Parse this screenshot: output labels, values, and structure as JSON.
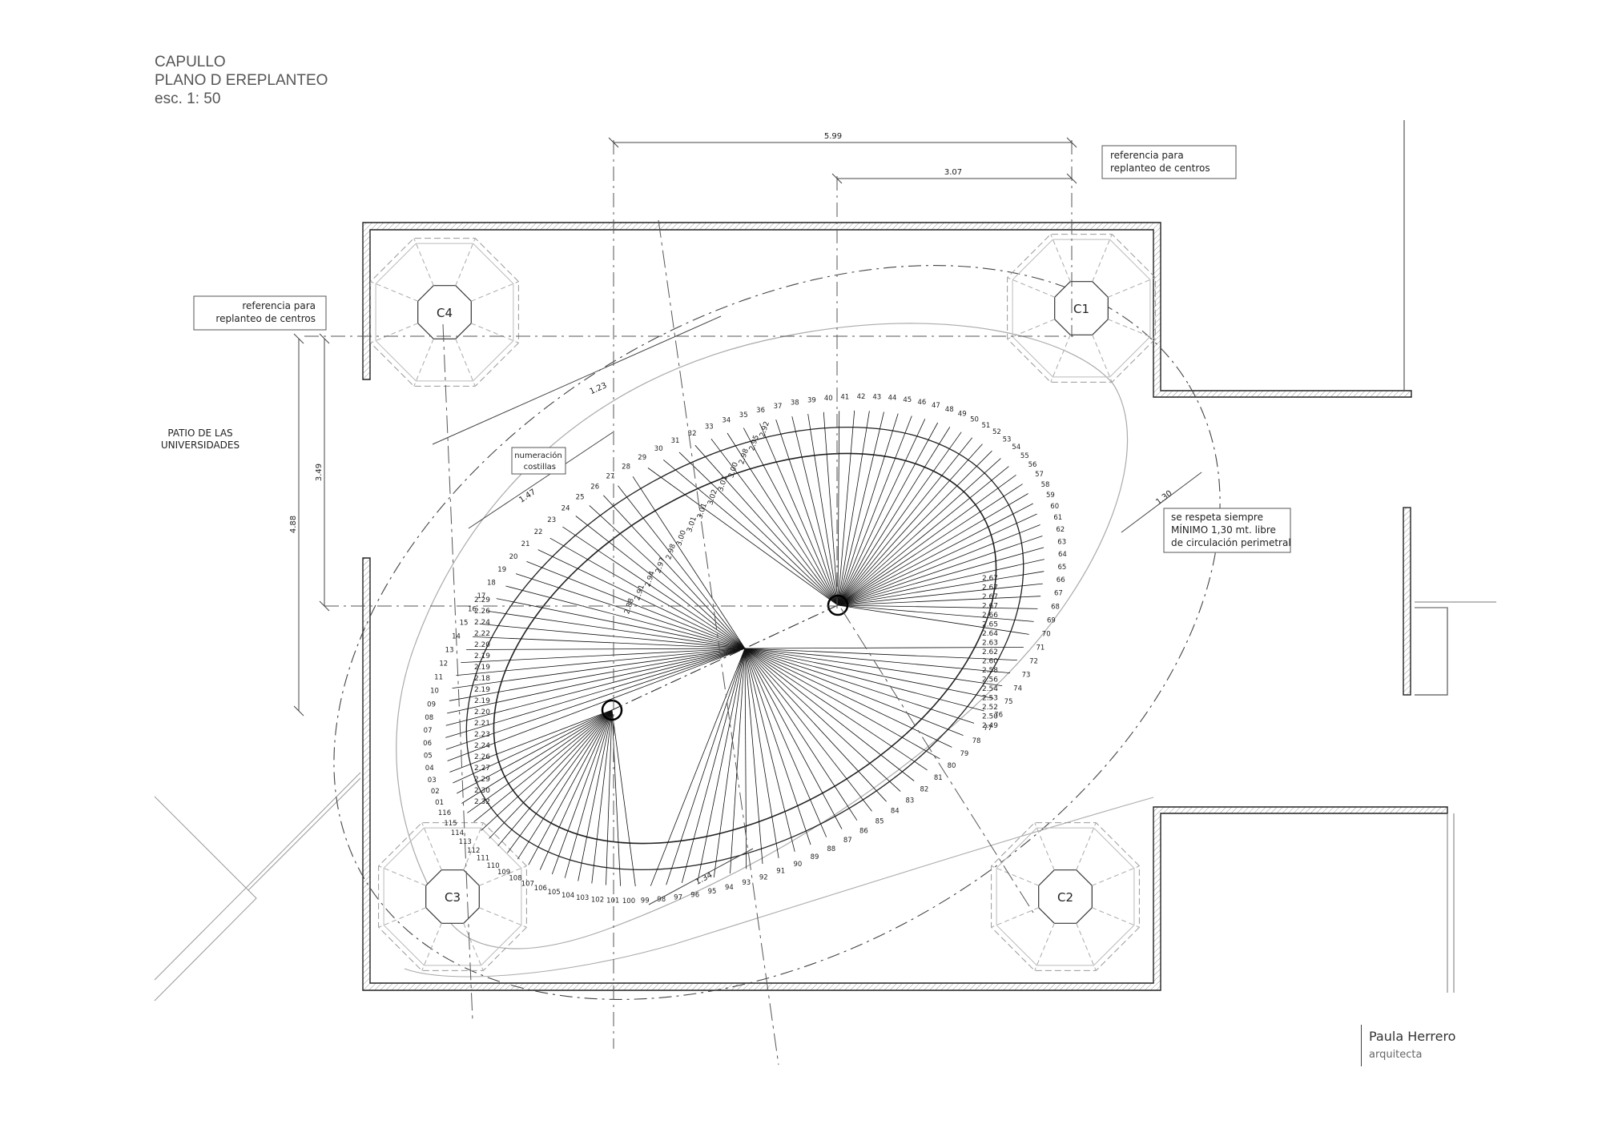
{
  "title_block": {
    "line1": "CAPULLO",
    "line2": "PLANO D EREPLANTEO",
    "line3": "esc. 1: 50"
  },
  "signature": {
    "name": "Paula Herrero",
    "role": "arquitecta"
  },
  "notes": {
    "ref_top_line1": "referencia para",
    "ref_top_line2": "replanteo de centros",
    "ref_left_line1": "referencia para",
    "ref_left_line2": "replanteo de centros",
    "numbering_line1": "numeración",
    "numbering_line2": "costillas",
    "clearance_line1": "se respeta siempre",
    "clearance_line2": "MÍNIMO 1,30 mt. libre",
    "clearance_line3": "de circulación perimetral",
    "patio_line1": "PATIO DE  LAS",
    "patio_line2": "UNIVERSIDADES"
  },
  "columns": [
    "C1",
    "C2",
    "C3",
    "C4"
  ],
  "dimensions": {
    "d599": "5.99",
    "d307": "3.07",
    "d349": "3.49",
    "d488": "4.88",
    "d123": "1.23",
    "d147": "1.47",
    "d130": "1.30",
    "d134": "1.34"
  },
  "ribs": {
    "count": 116,
    "labels": [
      "01",
      "02",
      "03",
      "04",
      "05",
      "06",
      "07",
      "08",
      "09",
      "10",
      "11",
      "12",
      "13",
      "14",
      "15",
      "16",
      "17",
      "18",
      "19",
      "20",
      "21",
      "22",
      "23",
      "24",
      "25",
      "26",
      "27",
      "28",
      "29",
      "30",
      "31",
      "32",
      "33",
      "34",
      "35",
      "36",
      "37",
      "38",
      "39",
      "40",
      "41",
      "42",
      "43",
      "44",
      "45",
      "46",
      "47",
      "48",
      "49",
      "50",
      "51",
      "52",
      "53",
      "54",
      "55",
      "56",
      "57",
      "58",
      "59",
      "60",
      "61",
      "62",
      "63",
      "64",
      "65",
      "66",
      "67",
      "68",
      "69",
      "70",
      "71",
      "72",
      "73",
      "74",
      "75",
      "76",
      "77",
      "78",
      "79",
      "80",
      "81",
      "82",
      "83",
      "84",
      "85",
      "86",
      "87",
      "88",
      "89",
      "90",
      "91",
      "92",
      "93",
      "94",
      "95",
      "96",
      "97",
      "98",
      "99",
      "100",
      "101",
      "102",
      "103",
      "104",
      "105",
      "106",
      "107",
      "108",
      "109",
      "110",
      "111",
      "112",
      "113",
      "114",
      "115",
      "116"
    ],
    "lengths_right_fan": [
      "2.67",
      "2.67",
      "2.67",
      "2.67",
      "2.66",
      "2.65",
      "2.64",
      "2.63",
      "2.62",
      "2.60",
      "2.58",
      "2.56",
      "2.54",
      "2.53",
      "2.52",
      "2.50",
      "2.49"
    ],
    "lengths_left_fan": [
      "2.29",
      "2.26",
      "2.24",
      "2.22",
      "2.20",
      "2.19",
      "2.19",
      "2.18",
      "2.19",
      "2.19",
      "2.20",
      "2.21",
      "2.23",
      "2.24",
      "2.26",
      "2.27",
      "2.29",
      "2.30",
      "2.32"
    ],
    "lengths_center": [
      "2.88",
      "2.91",
      "2.94",
      "2.97",
      "2.98",
      "3.00",
      "3.01",
      "3.01",
      "3.02",
      "3.01",
      "3.00",
      "2.98",
      "2.95",
      "2.92"
    ]
  }
}
